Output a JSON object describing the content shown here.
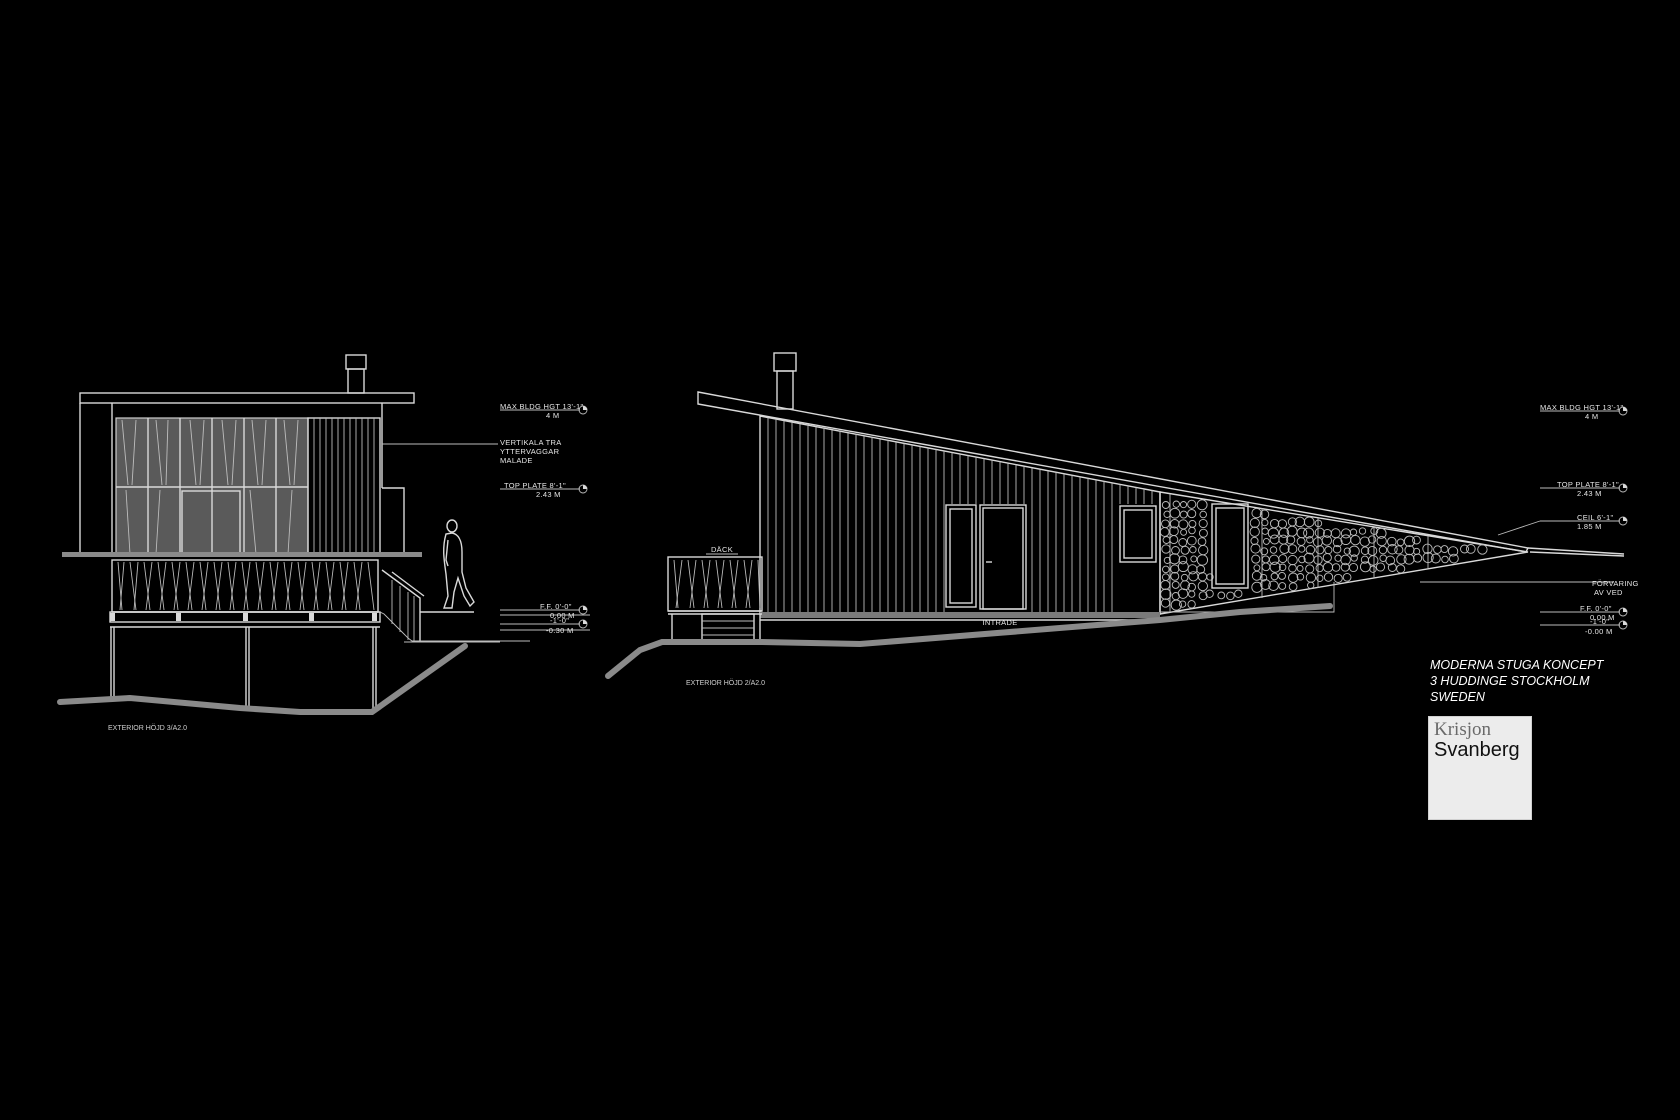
{
  "left_elevation": {
    "caption": "EXTERIOR HÖJD 3/A2.0",
    "callout": [
      "VERTIKALA TRA",
      "YTTERVAGGAR",
      "MALADE"
    ],
    "levels": [
      {
        "label": "MAX BLDG HGT 13'-1\"",
        "sub": "4 M"
      },
      {
        "label": "TOP PLATE 8'-1\"",
        "sub": "2.43 M"
      },
      {
        "label": "F.F. 0'-0\"",
        "sub": "0.00 M"
      },
      {
        "label": "-1'-0\"",
        "sub": "-0.30 M"
      }
    ]
  },
  "right_elevation": {
    "caption": "EXTERIOR HÖJD 2/A2.0",
    "deck_label": "DÄCK",
    "entry_label": "INTRADE",
    "callout": [
      "FÖRVARING",
      "AV VED"
    ],
    "levels": [
      {
        "label": "MAX BLDG HGT 13'-1\"",
        "sub": "4 M"
      },
      {
        "label": "TOP PLATE 8'-1\"",
        "sub": "2.43 M"
      },
      {
        "label": "CEIL 6'-1\"",
        "sub": "1.85 M"
      },
      {
        "label": "F.F. 0'-0\"",
        "sub": "0.00 M"
      },
      {
        "label": "-1'-0\"",
        "sub": "-0.00 M"
      }
    ]
  },
  "title_block": {
    "line1": "MODERNA STUGA KONCEPT",
    "line2": "3 HUDDINGE STOCKHOLM",
    "line3": "SWEDEN"
  },
  "logo": {
    "line1": "Krisjon",
    "line2": "Svanberg"
  }
}
